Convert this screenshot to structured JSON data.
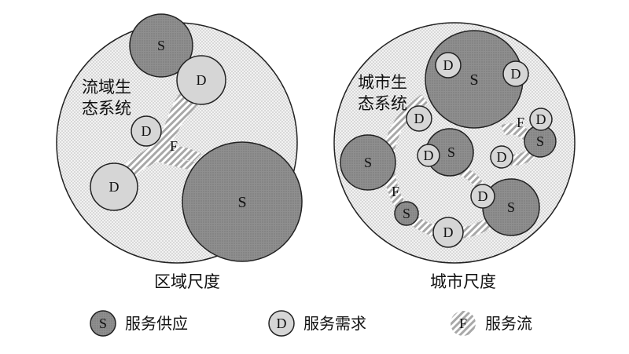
{
  "regional": {
    "system_label_line1": "流域生",
    "system_label_line2": "态系统",
    "scale_label": "区域尺度",
    "flow_label": "F"
  },
  "urban": {
    "system_label_line1": "城市生",
    "system_label_line2": "态系统",
    "scale_label": "城市尺度",
    "flow_label_1": "F",
    "flow_label_2": "F"
  },
  "nodes": {
    "supply": "S",
    "demand": "D"
  },
  "legend": {
    "supply_symbol": "S",
    "supply_text": "服务供应",
    "demand_symbol": "D",
    "demand_text": "服务需求",
    "flow_symbol": "F",
    "flow_text": "服务流"
  },
  "colors": {
    "supply_fill": "#8e8e8e",
    "demand_fill": "#d6d6d6",
    "ecosystem_fill": "#efefef",
    "stroke": "#222222"
  }
}
